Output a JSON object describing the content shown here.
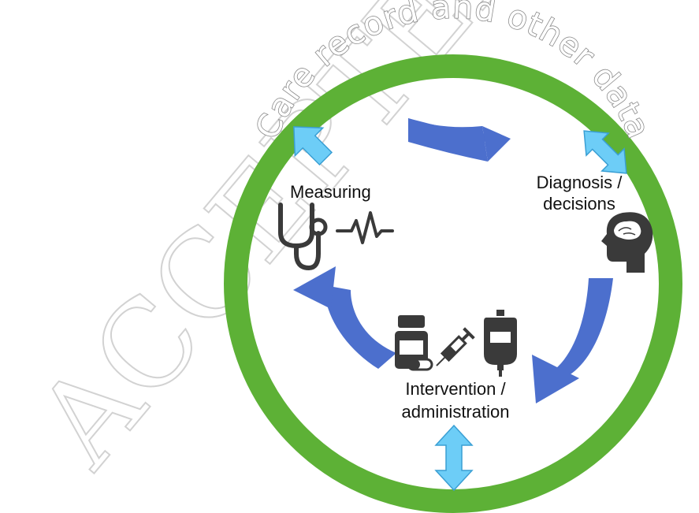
{
  "ring": {
    "title": "Care record and other data",
    "color": "#5db136"
  },
  "watermark": "ACCEPTED",
  "stages": {
    "measuring": "Measuring",
    "diagnosis_line1": "Diagnosis /",
    "diagnosis_line2": "decisions",
    "intervention_line1": "Intervention /",
    "intervention_line2": "administration"
  },
  "colors": {
    "cycle_arrow": "#4c6fcd",
    "data_arrow": "#6dcdf7",
    "icon": "#3a3a3a"
  },
  "icons": [
    "stethoscope-icon",
    "heartbeat-icon",
    "brain-head-icon",
    "pill-bottle-icon",
    "syringe-icon",
    "iv-bag-icon"
  ]
}
